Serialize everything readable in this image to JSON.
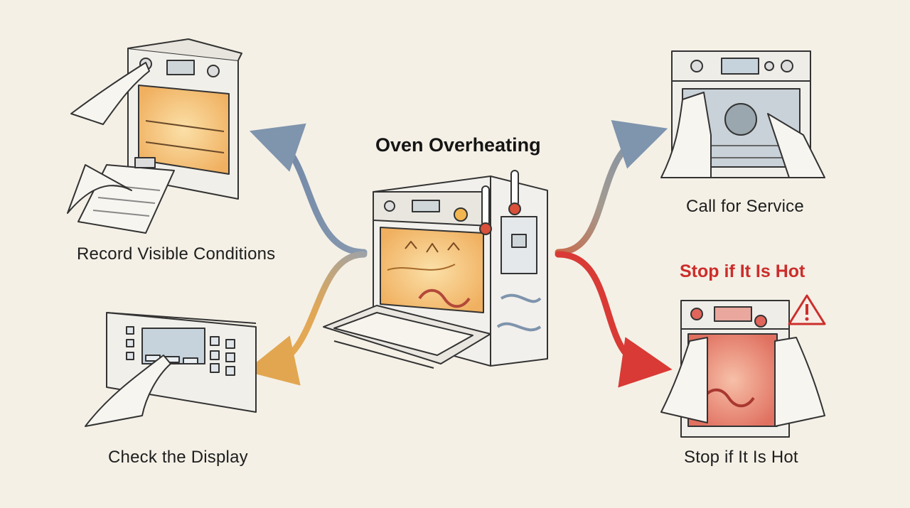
{
  "title": "Oven Overheating",
  "steps": {
    "record": {
      "label": "Record Visible Conditions"
    },
    "display": {
      "label": "Check the Display"
    },
    "service": {
      "label": "Call for Service"
    },
    "stop": {
      "label": "Stop if It Is Hot",
      "warning_label": "Stop if It Is Hot"
    }
  },
  "icons": {
    "center": "oven-with-thermometers-icon",
    "record": "oven-and-clipboard-icon",
    "display": "control-panel-icon",
    "service": "hands-on-oven-icon",
    "stop": "hot-oven-warning-icon",
    "warning": "warning-triangle-icon"
  },
  "colors": {
    "background": "#f4f0e6",
    "arrow_blue": "#7f94ad",
    "arrow_orange": "#e2a650",
    "arrow_red": "#d93a35",
    "warning_red": "#cc2e2b",
    "oven_glow": "#f5c27a"
  }
}
